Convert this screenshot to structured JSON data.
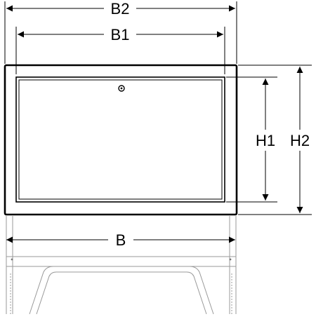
{
  "diagram": {
    "labels": {
      "b2": "B2",
      "b1": "B1",
      "b": "B",
      "h1": "H1",
      "h2": "H2"
    },
    "line_color": "#000000",
    "frame_color": "#9a9a9a",
    "background": "#ffffff"
  }
}
